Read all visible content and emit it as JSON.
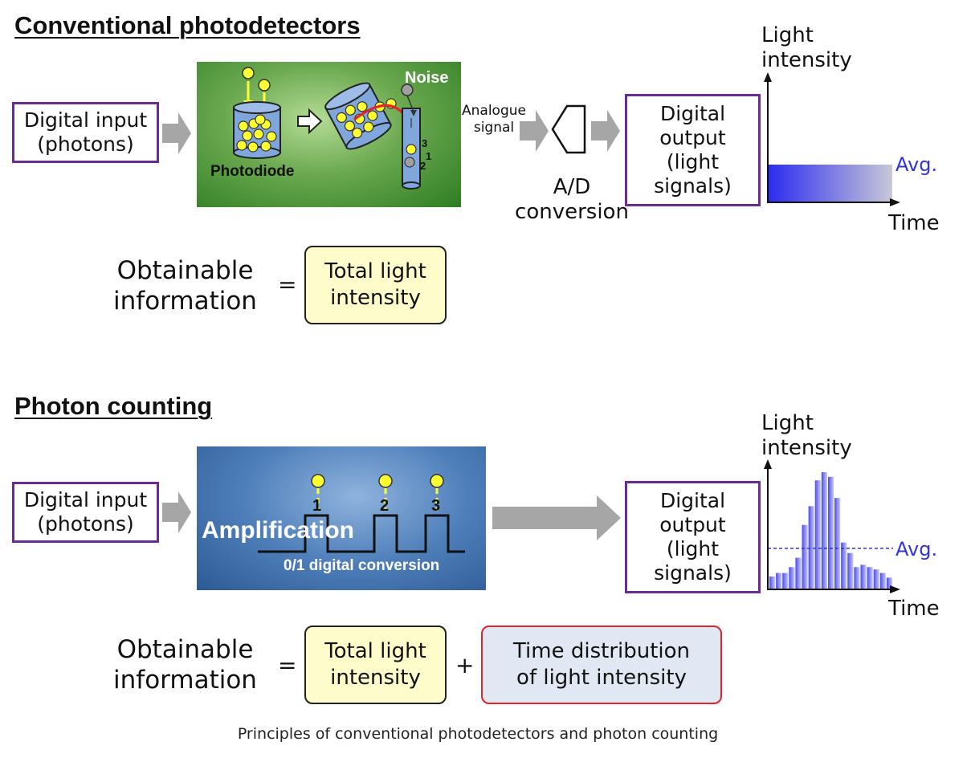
{
  "conventional": {
    "title": "Conventional photodetectors",
    "input_label": "Digital input\n(photons)",
    "photodiode_label": "Photodiode",
    "noise_label": "Noise",
    "tube_numbers": [
      "3",
      "1",
      "2"
    ],
    "analogue_label": "Analogue\nsignal",
    "ad_label": "A/D\nconversion",
    "output_label": "Digital\noutput\n(light\nsignals)",
    "y_axis_label": "Light\nintensity",
    "x_axis_label": "Time",
    "avg_label": "Avg.",
    "info_label": "Obtainable\ninformation",
    "equals": "=",
    "result": "Total light\nintensity"
  },
  "photon_counting": {
    "title": "Photon counting",
    "input_label": "Digital input\n(photons)",
    "amplification_label": "Amplification",
    "conversion_label": "0/1 digital conversion",
    "pulse_numbers": [
      "1",
      "2",
      "3"
    ],
    "output_label": "Digital\noutput\n(light\nsignals)",
    "y_axis_label": "Light\nintensity",
    "x_axis_label": "Time",
    "avg_label": "Avg.",
    "info_label": "Obtainable\ninformation",
    "equals": "=",
    "result_1": "Total light\nintensity",
    "plus": "+",
    "result_2": "Time distribution\nof light intensity"
  },
  "chart_data": [
    {
      "type": "area",
      "series_kind": "constant average",
      "x_axis_label": "Time",
      "y_axis_label": "Light\nintensity",
      "annotation": "Avg.",
      "values": [
        1
      ]
    },
    {
      "type": "bar",
      "x_axis_label": "Time",
      "y_axis_label": "Light\nintensity",
      "annotation": "Avg.",
      "values": [
        0.11,
        0.14,
        0.14,
        0.19,
        0.27,
        0.55,
        0.71,
        0.93,
        1.0,
        0.96,
        0.78,
        0.4,
        0.31,
        0.19,
        0.21,
        0.19,
        0.17,
        0.14,
        0.1
      ],
      "average": 0.35
    }
  ],
  "colors": {
    "box_border": "#6b2c91",
    "photon_yellow": "#ffff33",
    "arrow_gray": "#a6a6a6",
    "avg_blue": "#3333dd",
    "result_border": "#e0242a"
  },
  "caption": "Principles of conventional photodetectors and photon counting"
}
